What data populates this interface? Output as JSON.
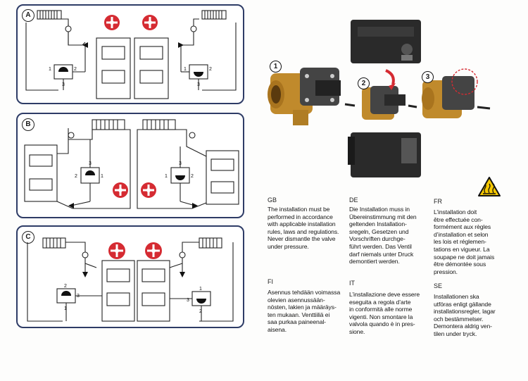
{
  "panels": [
    {
      "letter": "A"
    },
    {
      "letter": "B"
    },
    {
      "letter": "C"
    }
  ],
  "valve_ports": {
    "p1": "1",
    "p2": "2",
    "p3": "3"
  },
  "steps": [
    "1",
    "2",
    "3"
  ],
  "languages": [
    {
      "code": "GB",
      "text": "The installation must be\nperformed in accordance\nwith applicable installation\nrules, laws and regulations.\nNever dismantle the valve\nunder pressure."
    },
    {
      "code": "DE",
      "text": "Die Installation muss in\nÜbereinstimmung mit den\ngeltenden Installation-\nsregeln, Gesetzen und\nVorschriften durchge-\nführt werden. Das Ventil\ndarf niemals unter Druck\ndemontiert werden."
    },
    {
      "code": "FR",
      "text": "L’installation doit\nêtre effectuée con-\nformément aux règles\nd’installation et selon\nles lois et réglemen-\ntations en vigueur. La\nsoupape ne doit jamais\nêtre démontée sous\npression."
    },
    {
      "code": "FI",
      "text": "Asennus tehdään voimassa\nolevien asennussään-\nnösten, lakien ja määräys-\nten mukaan. Venttiiliä ei\nsaa purkaa paineenal-\naisena."
    },
    {
      "code": "IT",
      "text": "L’installazione deve essere\neseguita a regola d’arte\nin conformità alle norme\nvigenti. Non smontare la\nvalvola quando è in pres-\nsione."
    },
    {
      "code": "SE",
      "text": "Installationen ska\nutföras enligt gällande\ninstallationsregler, lagar\noch bestämmelser.\nDemontera aldrig ven-\ntilen under tryck."
    }
  ],
  "colors": {
    "frame": "#2e3c66",
    "red": "#d52b32",
    "brass": "#c08a2c",
    "actuator": "#2a2a2a",
    "warning": "#f6c800"
  },
  "icons": {
    "warning": "hot-surface-warning-icon",
    "pump": "circulation-pump-icon"
  }
}
